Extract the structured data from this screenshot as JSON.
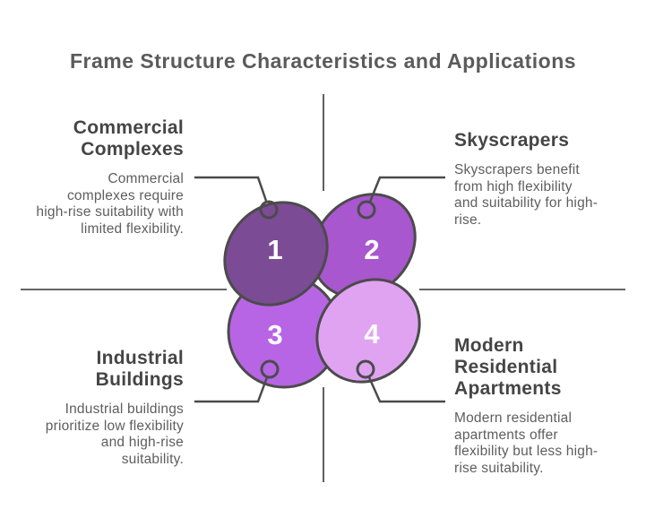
{
  "title": "Frame Structure Characteristics and Applications",
  "items": [
    {
      "number": "1",
      "heading_lines": [
        "Commercial",
        "Complexes"
      ],
      "desc_lines": [
        "Commercial",
        "complexes require",
        "high-rise suitability with",
        "limited flexibility."
      ],
      "color": "#7c4b95"
    },
    {
      "number": "2",
      "heading_lines": [
        "Skyscrapers"
      ],
      "desc_lines": [
        "Skyscrapers benefit",
        "from high flexibility",
        "and suitability for high-",
        "rise."
      ],
      "color": "#a857ce"
    },
    {
      "number": "3",
      "heading_lines": [
        "Industrial",
        "Buildings"
      ],
      "desc_lines": [
        "Industrial buildings",
        "prioritize low flexibility",
        "and high-rise",
        "suitability."
      ],
      "color": "#b765e5"
    },
    {
      "number": "4",
      "heading_lines": [
        "Modern",
        "Residential",
        "Apartments"
      ],
      "desc_lines": [
        "Modern residential",
        "apartments offer",
        "flexibility but less high-",
        "rise suitability."
      ],
      "color": "#dfa3f2"
    }
  ],
  "colors": {
    "background": "#ffffff",
    "title_text": "#5b5b5b",
    "heading_text": "#454545",
    "body_text": "#5e5e5e",
    "shape_outline": "#4b4b4b",
    "divider_line": "#4f4f4f",
    "number_text": "#ffffff"
  }
}
